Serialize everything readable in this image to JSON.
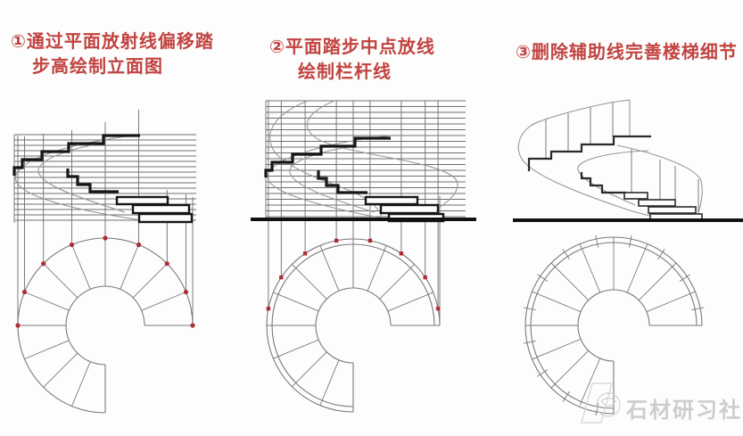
{
  "headings": {
    "step1_line1": "①通过平面放射线偏移踏",
    "step1_line2": "步高绘制立面图",
    "step2_line1": "②平面踏步中点放线",
    "step2_line2": "绘制栏杆线",
    "step3_line1": "③删除辅助线完善楼梯细节"
  },
  "watermark": {
    "text": "石材研习社"
  },
  "colors": {
    "heading_red": "#c14440",
    "marker_red": "#b02a37",
    "step_line_dark": "#161616",
    "guide_line_gray": "#6e6e6e",
    "curve_gray": "#979797",
    "watermark_gray": "#cdcdcd",
    "background": "#fdfdfd"
  },
  "panels": [
    {
      "step_number": "①",
      "label": "通过平面放射线偏移踏步高绘制立面图"
    },
    {
      "step_number": "②",
      "label": "平面踏步中点放线绘制栏杆线"
    },
    {
      "step_number": "③",
      "label": "删除辅助线完善楼梯细节"
    }
  ]
}
